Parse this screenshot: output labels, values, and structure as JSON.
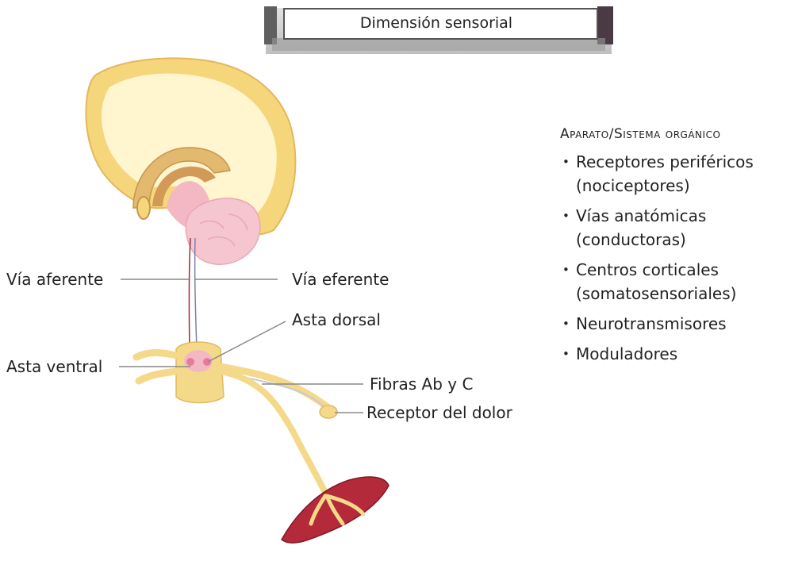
{
  "title": "Dimensión sensorial",
  "labels": {
    "via_aferente": "Vía aferente",
    "via_eferente": "Vía eferente",
    "asta_dorsal": "Asta dorsal",
    "asta_ventral": "Asta ventral",
    "fibras": "Fibras Ab y C",
    "receptor": "Receptor del dolor"
  },
  "side_panel": {
    "heading": "Aparato/Sistema orgánico",
    "items": [
      {
        "line1": "Receptores periféricos",
        "line2": "(nociceptores)"
      },
      {
        "line1": "Vías anatómicas",
        "line2": "(conductoras)"
      },
      {
        "line1": "Centros corticales",
        "line2": "(somatosensoriales)"
      },
      {
        "line1": "Neurotransmisores",
        "line2": ""
      },
      {
        "line1": "Moduladores",
        "line2": ""
      }
    ]
  },
  "colors": {
    "brain_outer": "#f6d67a",
    "brain_inner": "#fff5cf",
    "brain_core": "#e3b96f",
    "pink": "#f3b8c4",
    "nerve_yellow": "#f5d98a",
    "muscle": "#b52a3a",
    "leader_line": "#888888"
  }
}
